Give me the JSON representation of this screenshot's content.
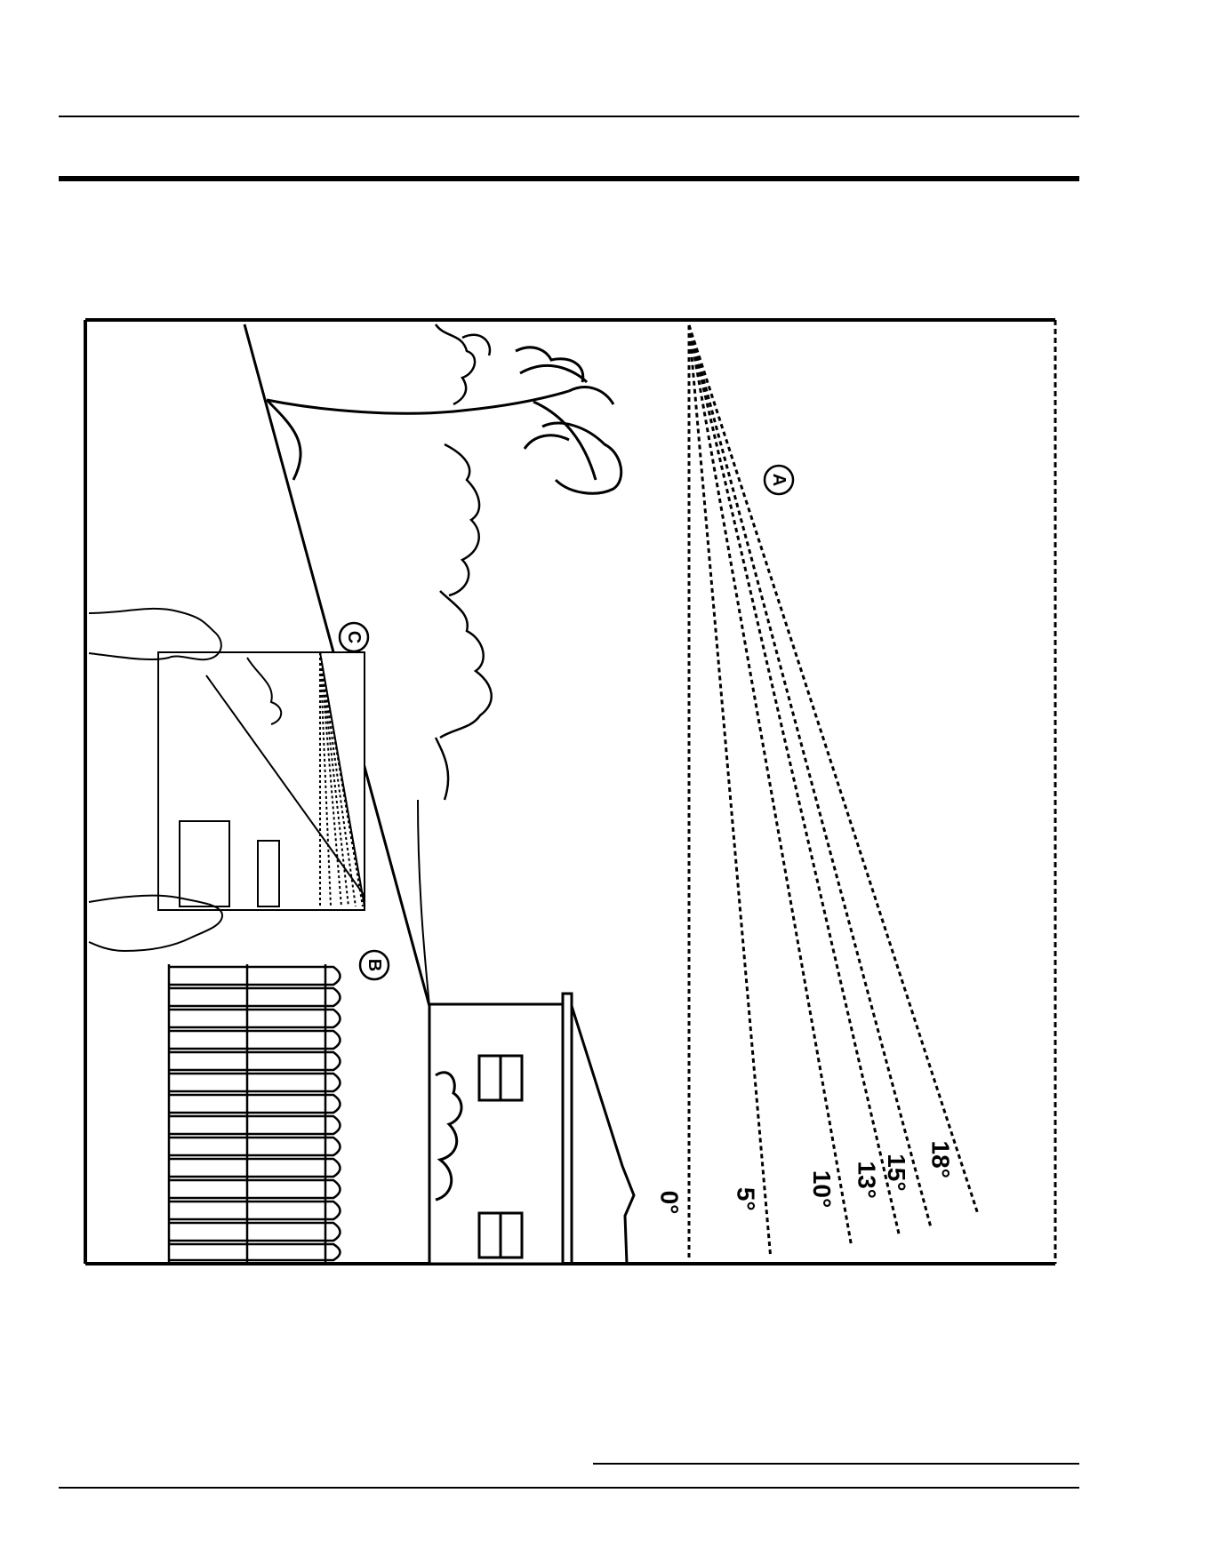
{
  "figure": {
    "callouts": {
      "a": "A",
      "b": "B",
      "c": "C"
    },
    "slope_lines": [
      {
        "label": "0°",
        "degrees": 0
      },
      {
        "label": "5°",
        "degrees": 5
      },
      {
        "label": "10°",
        "degrees": 10
      },
      {
        "label": "13°",
        "degrees": 13
      },
      {
        "label": "15°",
        "degrees": 15
      },
      {
        "label": "18°",
        "degrees": 18
      }
    ],
    "colors": {
      "ink": "#000000",
      "paper": "#ffffff"
    }
  }
}
